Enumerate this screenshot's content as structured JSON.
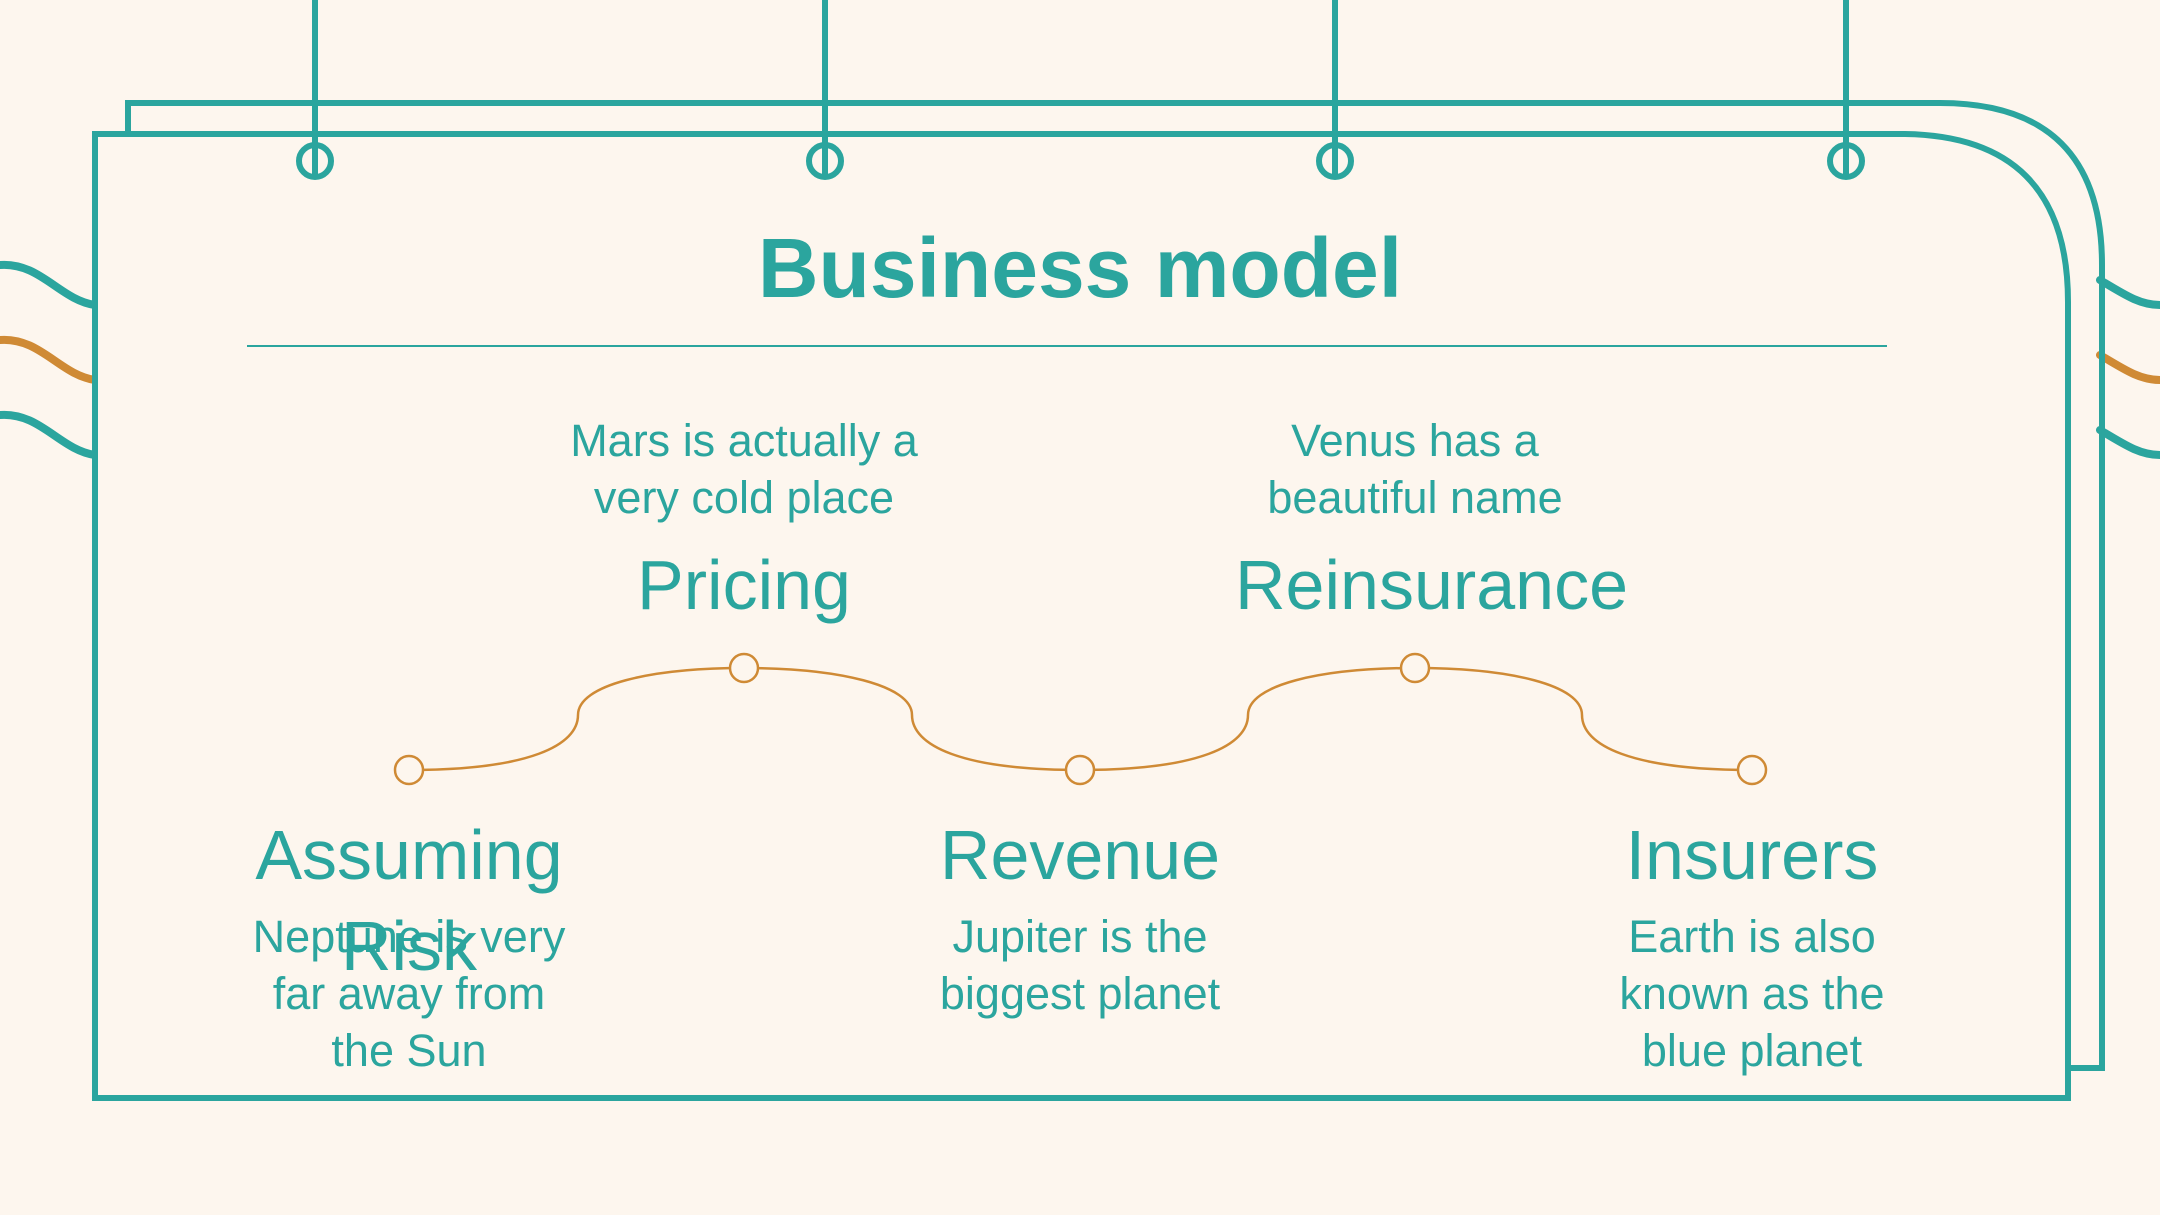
{
  "title": "Business model",
  "colors": {
    "teal": "#2ba59e",
    "orange": "#cf8a35",
    "background": "#fdf6ee"
  },
  "nodes": [
    {
      "heading": "Assuming Risk",
      "description": "Neptune is very far away from the Sun",
      "position": "bottom"
    },
    {
      "heading": "Pricing",
      "description": "Mars is actually a very cold place",
      "position": "top"
    },
    {
      "heading": "Revenue",
      "description": "Jupiter is the biggest planet",
      "position": "bottom"
    },
    {
      "heading": "Reinsurance",
      "description": "Venus has a beautiful name",
      "position": "top"
    },
    {
      "heading": "Insurers",
      "description": "Earth is also known as the blue planet",
      "position": "bottom"
    }
  ]
}
